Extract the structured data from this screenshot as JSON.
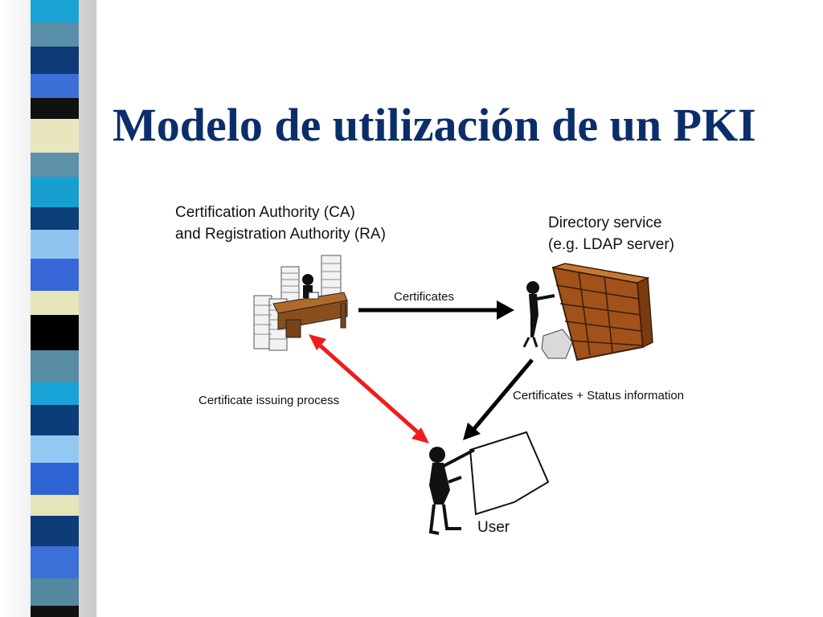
{
  "slide": {
    "title": "Modelo de utilización de un PKI"
  },
  "diagram": {
    "nodes": {
      "ca": {
        "line1": "Certification Authority (CA)",
        "line2": "and Registration Authority (RA)"
      },
      "directory": {
        "line1": "Directory service",
        "line2": "(e.g. LDAP server)"
      },
      "user": {
        "label": "User"
      }
    },
    "edges": {
      "certificates": {
        "label": "Certificates"
      },
      "status": {
        "label": "Certificates + Status information"
      },
      "issuing": {
        "label": "Certificate issuing process"
      }
    }
  },
  "colors": {
    "title": "#0b2e6b",
    "issuing_arrow": "#ee1c1c",
    "cabinet": "#a0521a"
  }
}
